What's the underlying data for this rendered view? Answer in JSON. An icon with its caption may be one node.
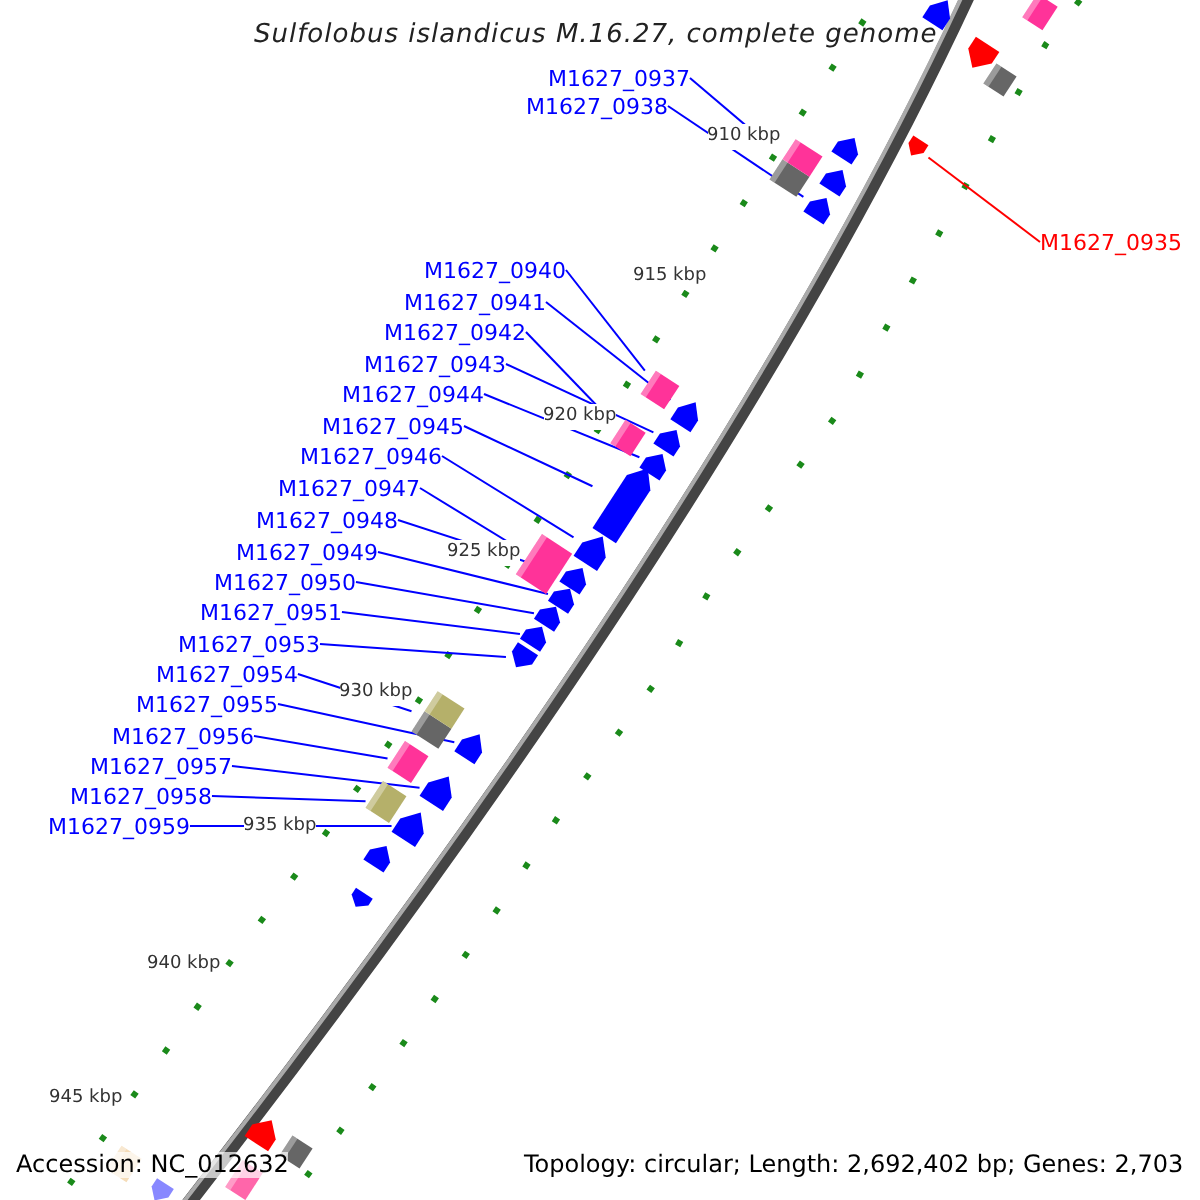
{
  "diagram": {
    "title": "Sulfolobus islandicus M.16.27, complete genome",
    "nodes": [
      {
        "text": [
          "M1627_0937"
        ]
      },
      {
        "text": [
          "M1627_0938"
        ]
      },
      {
        "text": [
          "M1627_0935"
        ]
      },
      {
        "text": [
          "M1627_0940"
        ]
      },
      {
        "text": [
          "M1627_0941"
        ]
      },
      {
        "text": [
          "M1627_0942"
        ]
      },
      {
        "text": [
          "M1627_0943"
        ]
      },
      {
        "text": [
          "M1627_0944"
        ]
      },
      {
        "text": [
          "M1627_0945"
        ]
      },
      {
        "text": [
          "M1627_0946"
        ]
      },
      {
        "text": [
          "M1627_0947"
        ]
      },
      {
        "text": [
          "M1627_0948"
        ]
      },
      {
        "text": [
          "M1627_0949"
        ]
      },
      {
        "text": [
          "M1627_0950"
        ]
      },
      {
        "text": [
          "M1627_0951"
        ]
      },
      {
        "text": [
          "M1627_0953"
        ]
      },
      {
        "text": [
          "M1627_0954"
        ]
      },
      {
        "text": [
          "M1627_0955"
        ]
      },
      {
        "text": [
          "M1627_0956"
        ]
      },
      {
        "text": [
          "M1627_0957"
        ]
      },
      {
        "text": [
          "M1627_0958"
        ]
      },
      {
        "text": [
          "M1627_0959"
        ]
      },
      {
        "text": [],
        "shape": "box"
      },
      {
        "text": [],
        "shape": "pentagon"
      },
      {
        "text": [],
        "shape": "pentagon"
      },
      {
        "text": [],
        "shape": "box"
      },
      {
        "text": [],
        "shape": "pentagon"
      },
      {
        "text": [],
        "shape": "box"
      },
      {
        "text": [],
        "shape": "pentagon"
      },
      {
        "text": [],
        "shape": "pentagon"
      },
      {
        "text": [],
        "shape": "pentagon"
      },
      {
        "text": [],
        "shape": "pentagon"
      },
      {
        "text": [],
        "shape": "box"
      },
      {
        "text": [],
        "shape": "pentagon"
      },
      {
        "text": [],
        "shape": "pentagon"
      },
      {
        "text": [],
        "shape": "pentagon"
      },
      {
        "text": [],
        "shape": "pentagon"
      },
      {
        "text": [],
        "shape": "pentagon"
      },
      {
        "text": [],
        "shape": "box"
      },
      {
        "text": [],
        "shape": "pentagon"
      },
      {
        "text": [],
        "shape": "box"
      },
      {
        "text": [],
        "shape": "pentagon"
      },
      {
        "text": [],
        "shape": "box"
      },
      {
        "text": [],
        "shape": "pentagon"
      },
      {
        "text": [],
        "shape": "pentagon"
      },
      {
        "text": [],
        "shape": "box"
      },
      {
        "text": [],
        "shape": "pentagon"
      },
      {
        "text": [],
        "shape": "box"
      },
      {
        "text": [],
        "shape": "pentagon"
      },
      {
        "text": [],
        "shape": "pentagon"
      },
      {
        "text": [],
        "shape": "pentagon"
      },
      {
        "text": [],
        "shape": "pentagon"
      },
      {
        "text": [],
        "shape": "pentagon"
      },
      {
        "text": [],
        "shape": "box"
      },
      {
        "text": [],
        "shape": "box"
      },
      {
        "text": [],
        "shape": "box"
      },
      {
        "text": [],
        "shape": "pentagon"
      }
    ],
    "edges": [
      {
        "from": 0,
        "to": 22,
        "arrow": "none"
      },
      {
        "from": 1,
        "to": 23,
        "arrow": "none"
      },
      {
        "from": 2,
        "to": 24,
        "arrow": "none",
        "color": "#ff0000"
      },
      {
        "from": 3,
        "to": 25,
        "arrow": "none"
      },
      {
        "from": 4,
        "to": 26,
        "arrow": "none"
      },
      {
        "from": 5,
        "to": 27,
        "arrow": "none"
      },
      {
        "from": 6,
        "to": 28,
        "arrow": "none"
      },
      {
        "from": 7,
        "to": 29,
        "arrow": "none"
      },
      {
        "from": 8,
        "to": 30,
        "arrow": "none"
      },
      {
        "from": 9,
        "to": 31,
        "arrow": "none"
      },
      {
        "from": 10,
        "to": 32,
        "arrow": "none"
      },
      {
        "from": 11,
        "to": 33,
        "arrow": "none"
      },
      {
        "from": 12,
        "to": 34,
        "arrow": "none"
      },
      {
        "from": 13,
        "to": 35,
        "arrow": "none"
      },
      {
        "from": 14,
        "to": 36,
        "arrow": "none"
      },
      {
        "from": 15,
        "to": 37,
        "arrow": "none"
      },
      {
        "from": 16,
        "to": 38,
        "arrow": "none"
      },
      {
        "from": 17,
        "to": 39,
        "arrow": "none"
      },
      {
        "from": 18,
        "to": 40,
        "arrow": "none"
      },
      {
        "from": 19,
        "to": 41,
        "arrow": "none"
      },
      {
        "from": 20,
        "to": 42,
        "arrow": "none"
      },
      {
        "from": 21,
        "to": 43,
        "arrow": "none"
      }
    ],
    "labels": [
      "910 kbp",
      "915 kbp",
      "920 kbp",
      "925 kbp",
      "930 kbp",
      "935 kbp",
      "940 kbp",
      "945 kbp",
      "Accession: NC_012632",
      "Topology: circular; Length: 2,692,402 bp; Genes: 2,703"
    ]
  }
}
